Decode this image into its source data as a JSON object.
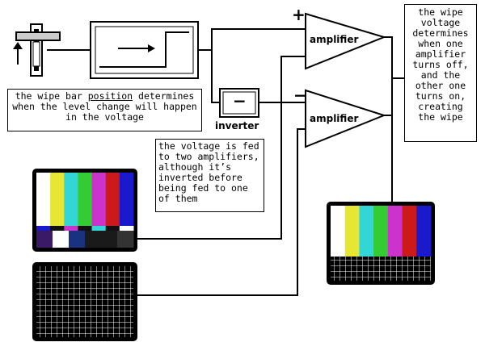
{
  "labels": {
    "amp_top": "amplifier",
    "amp_bottom": "amplifier",
    "inverter": "inverter",
    "plus": "+",
    "minus": "−",
    "inverter_symbol": "−"
  },
  "notes": {
    "wipe_bar_pre": "the wipe bar ",
    "wipe_bar_em": "position",
    "wipe_bar_post": " determines when the level change will happen in the voltage",
    "voltage_fed": "the voltage is fed to two amplifiers, although it’s inverted before being fed to one of them",
    "wipe_voltage": "the wipe voltage determines when one amplifier turns off, and the other one turns on, creating the wipe"
  },
  "colors": {
    "bars": [
      "#ffffff",
      "#e6e633",
      "#33d6d6",
      "#33cc33",
      "#cc33cc",
      "#cc1a1a",
      "#1a1acc"
    ],
    "pluge": [
      "#3a1a66",
      "#ffffff",
      "#1a3380",
      "#1a1a1a",
      "#1a1a1a",
      "#333333"
    ]
  }
}
